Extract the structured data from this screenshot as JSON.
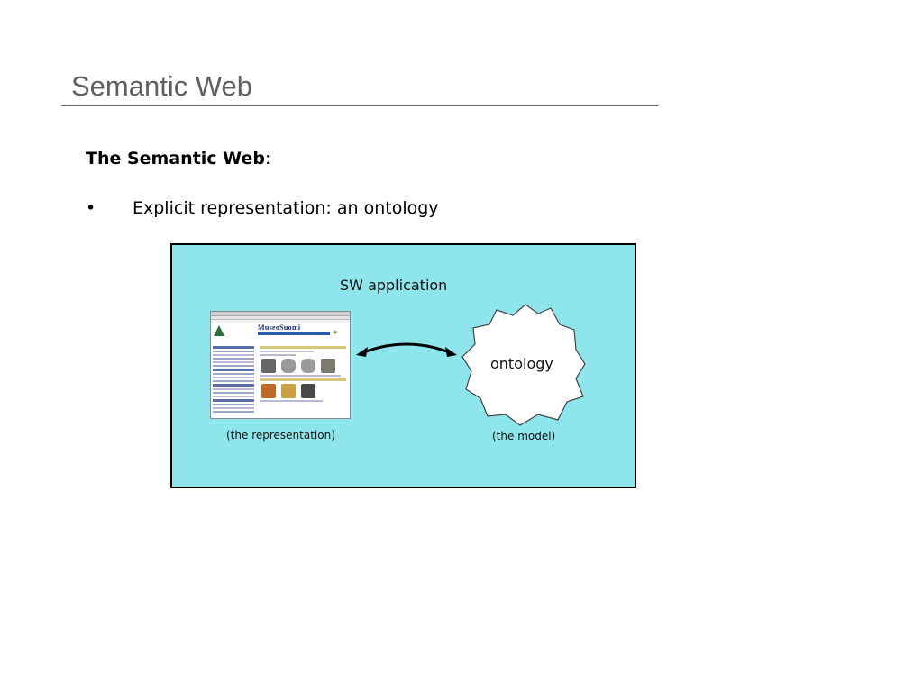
{
  "slide": {
    "title": "Semantic Web",
    "heading_bold": "The Semantic Web",
    "heading_suffix": ":",
    "bullets": [
      {
        "symbol": "•",
        "text": "Explicit representation: an ontology"
      }
    ]
  },
  "figure": {
    "app_label": "SW application",
    "ontology_label": "ontology",
    "representation_caption": "(the representation)",
    "model_caption": "(the model)",
    "screenshot_logo": "MuseoSuomi",
    "background_color": "#8ee6ec",
    "icons": [
      "webpage-screenshot",
      "double-arrow",
      "ontology-cloud"
    ]
  }
}
